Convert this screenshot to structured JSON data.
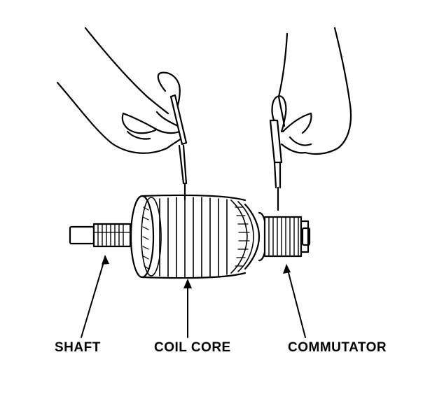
{
  "diagram": {
    "labels": {
      "shaft": "SHAFT",
      "coil_core": "COIL CORE",
      "commutator": "COMMUTATOR"
    },
    "colors": {
      "ink": "#000000",
      "paper": "#ffffff"
    }
  }
}
